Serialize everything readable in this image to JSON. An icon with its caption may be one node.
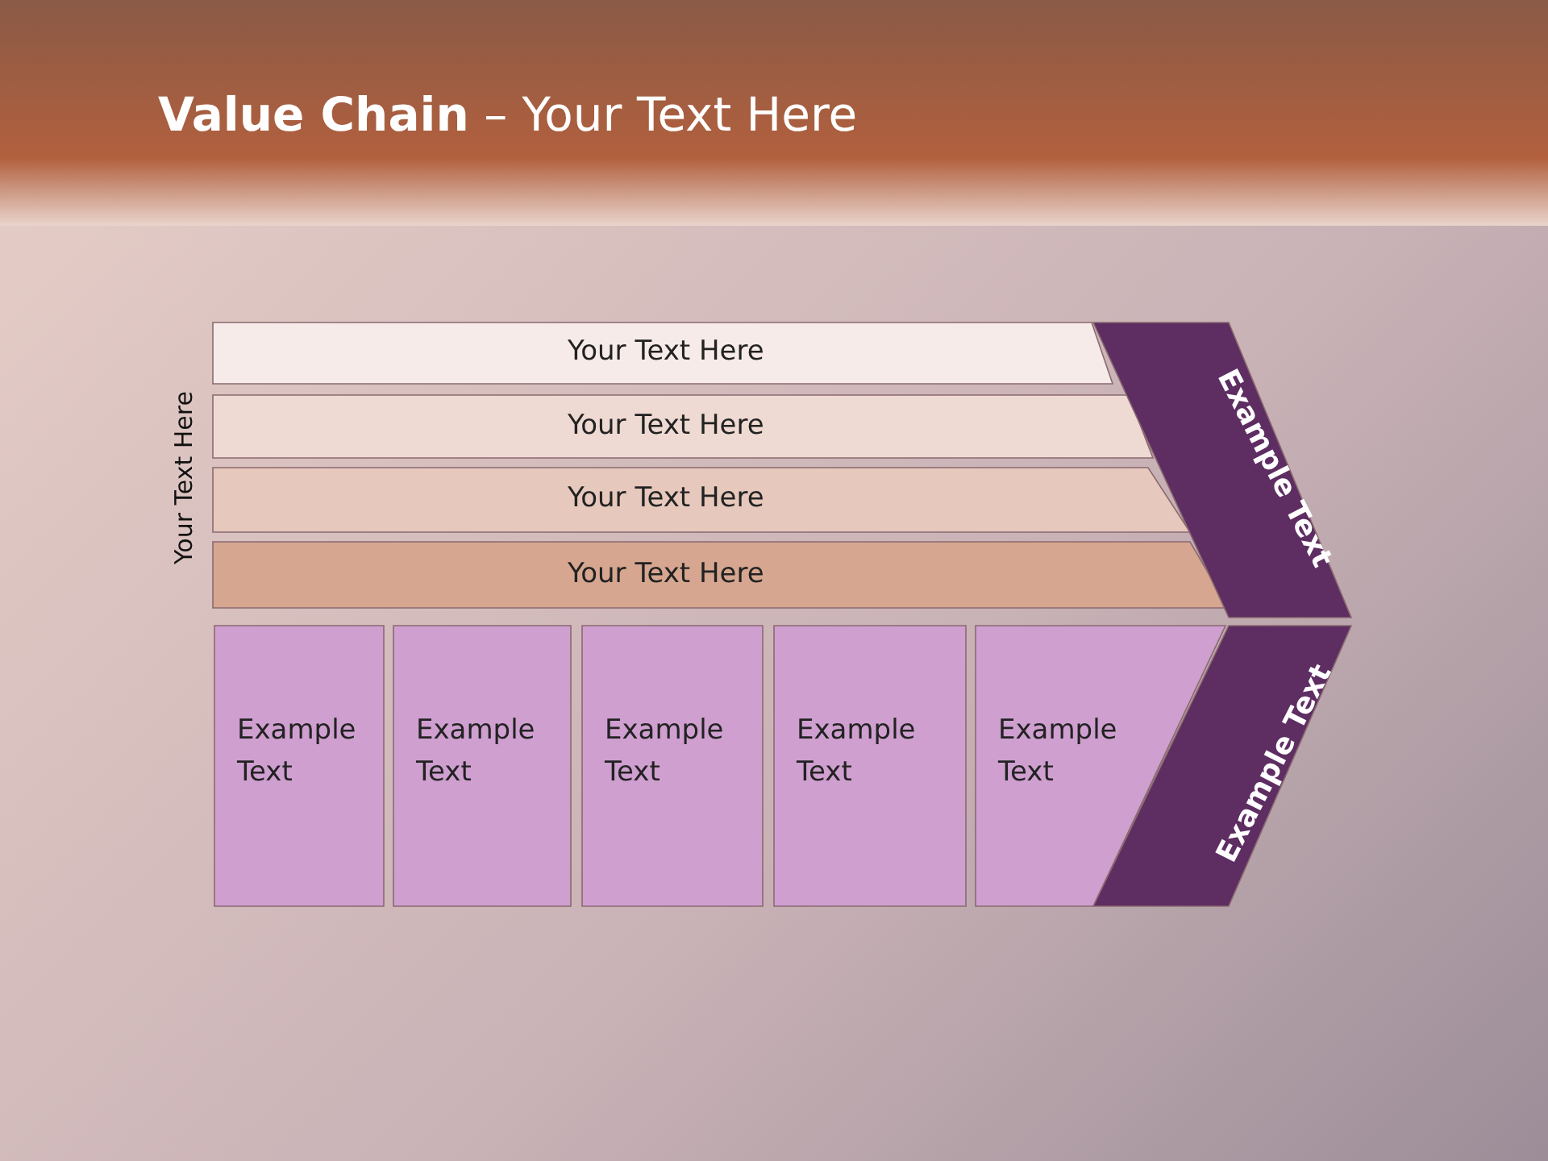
{
  "diagram": {
    "title": "**Value Chain** – Your Text Here",
    "nodes": [
      {
        "text": [
          "Your Text Here"
        ]
      },
      {
        "text": [
          "Your Text Here"
        ]
      },
      {
        "text": [
          "Your Text Here"
        ]
      },
      {
        "text": [
          "Your Text Here"
        ]
      },
      {
        "text": [
          "Example Text"
        ]
      },
      {
        "text": [
          "Example Text"
        ]
      },
      {
        "text": [
          "Example Text"
        ]
      },
      {
        "text": [
          "Example Text"
        ]
      },
      {
        "text": [
          "Example Text"
        ]
      },
      {
        "text": [
          "Example Text"
        ]
      },
      {
        "text": [
          "Example Text"
        ]
      }
    ],
    "edges": [],
    "labels": [
      "Your Text Here"
    ]
  }
}
